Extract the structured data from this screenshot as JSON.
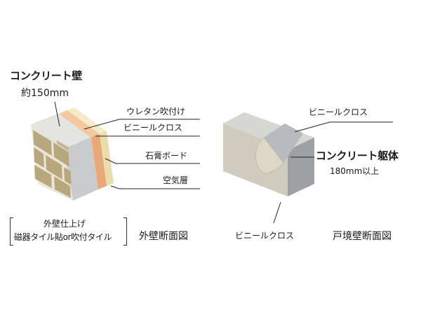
{
  "exterior": {
    "concrete_wall_label": "コンクリート壁",
    "concrete_wall_thickness": "約150mm",
    "urethan_label": "ウレタン吹付け",
    "vinyl_cloth_label": "ビニールクロス",
    "gypsum_board_label": "石膏ボード",
    "air_layer_label": "空気層",
    "finish_label_1": "外壁仕上げ",
    "finish_label_2": "磁器タイル貼or吹付タイル",
    "caption": "外壁断面図"
  },
  "boundary": {
    "vinyl_cloth_top_label": "ビニールクロス",
    "concrete_body_label": "コンクリート躯体",
    "concrete_body_thickness": "180mm以上",
    "vinyl_cloth_bottom_label": "ビニールクロス",
    "caption": "戸境壁断面図"
  },
  "colors": {
    "concrete_top": "#e6e6e3",
    "concrete_front": "#a8abae",
    "concrete_side": "#c7c9cb",
    "tile": "#b5a47c",
    "tile_grout": "#efece2",
    "urethan": "#f3c7a1",
    "gypsum": "#f2e7c3",
    "boundary_face": "#d0cbbd",
    "boundary_side": "#9fa3a6"
  }
}
